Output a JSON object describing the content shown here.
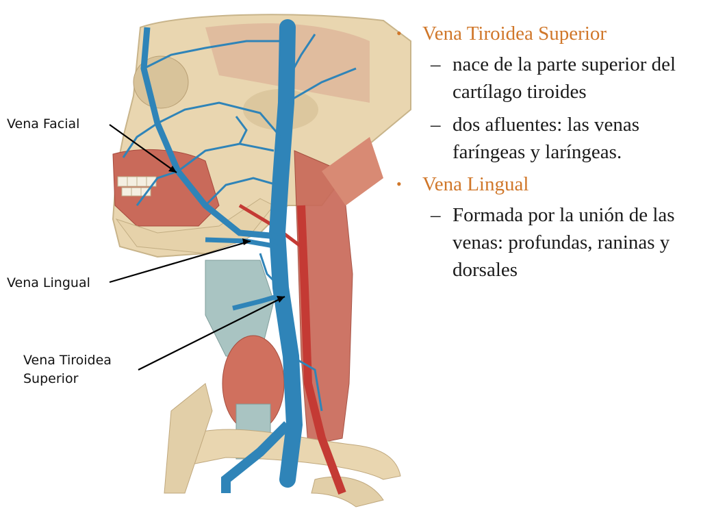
{
  "colors": {
    "accent": "#d0772a",
    "vein": "#2f84b8",
    "artery": "#c43a34",
    "muscle": "#c96a5a",
    "bone": "#e6d2aa",
    "cartilage": "#a9c4c2",
    "text": "#1a1a1a"
  },
  "labels": {
    "facial": "Vena Facial",
    "lingual": "Vena Lingual",
    "tiroidea_line1": "Vena Tiroidea",
    "tiroidea_line2": "Superior"
  },
  "content": {
    "bullets": [
      {
        "title": "Vena Tiroidea Superior",
        "subs": [
          "nace de la parte superior del cartílago tiroides",
          "dos afluentes: las venas faríngeas y laríngeas."
        ]
      },
      {
        "title": "Vena Lingual",
        "subs": [
          "Formada por la unión de las venas: profundas, raninas y dorsales"
        ]
      }
    ]
  },
  "icons": {
    "bullet": "•",
    "dash": "–"
  }
}
